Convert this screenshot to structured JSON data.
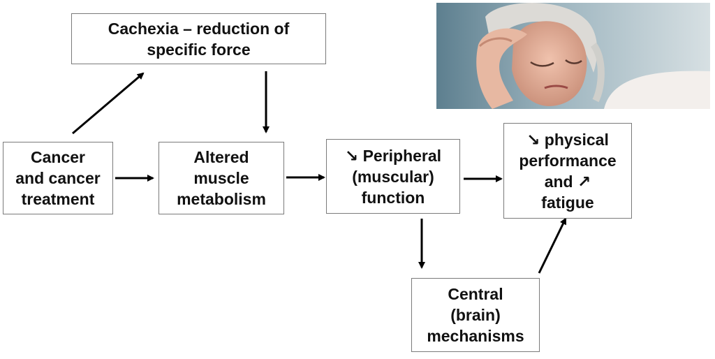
{
  "boxes": {
    "cachexia": {
      "lines": [
        "Cachexia – reduction of",
        "specific force"
      ]
    },
    "cancer": {
      "lines": [
        "Cancer",
        "and cancer",
        "treatment"
      ]
    },
    "altered": {
      "lines": [
        "Altered",
        "muscle",
        "metabolism"
      ]
    },
    "peripheral": {
      "lines": [
        "↘ Peripheral",
        "(muscular)",
        "function"
      ]
    },
    "physical": {
      "lines": [
        "↘ physical",
        "performance",
        "and ↗",
        "fatigue"
      ]
    },
    "central": {
      "lines": [
        "Central",
        "(brain)",
        "mechanisms"
      ]
    }
  },
  "colors": {
    "arrow": "#000000",
    "box_border": "#7a7a7a",
    "text": "#111111"
  },
  "icons": {
    "photo": "tired-elderly-woman-photo"
  }
}
